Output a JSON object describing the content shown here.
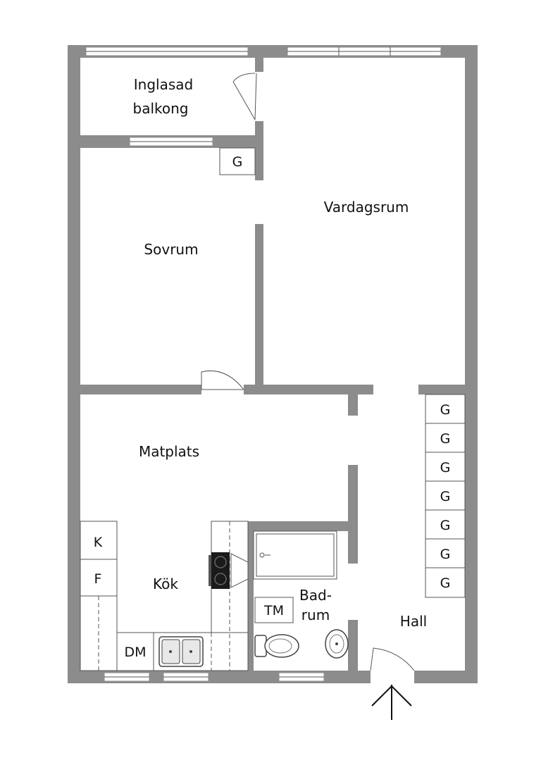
{
  "rooms": {
    "balcony": [
      "Inglasad",
      "balkong"
    ],
    "living": "Vardagsrum",
    "bedroom": "Sovrum",
    "dining": "Matplats",
    "kitchen": "Kök",
    "bathroom": [
      "Bad-",
      "rum"
    ],
    "hall": "Hall"
  },
  "fixtures": {
    "wardrobe": "G",
    "fridge": "K",
    "freezer": "F",
    "dishwasher": "DM",
    "washer": "TM"
  },
  "colors": {
    "wall": "#8c8c8c",
    "line": "#555555",
    "text": "#111111"
  }
}
